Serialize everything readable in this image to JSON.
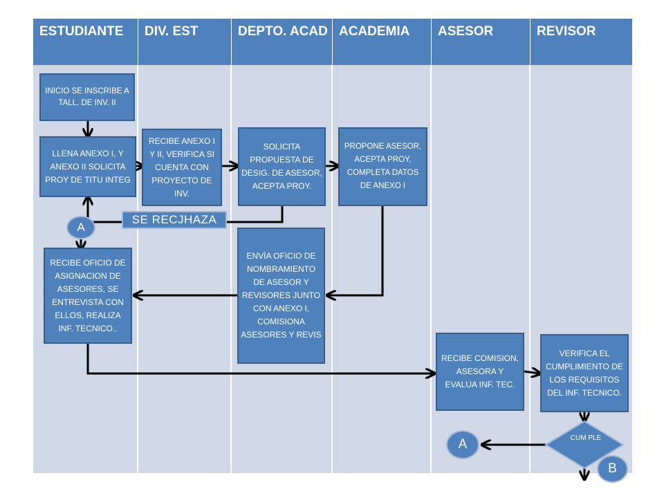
{
  "lanes": [
    "ESTUDIANTE",
    "DIV. EST",
    "DEPTO. ACAD",
    "ACADEMIA",
    "ASESOR",
    "REVISOR"
  ],
  "steps": {
    "inicio": "INICIO SE INSCRIBE A TALL. DE INV. II",
    "llena": "LLENA ANEXO I, Y ANEXO II SOLICITA PROY DE TITU INTEG",
    "recibe_anexo": "RECIBE ANEXO I Y II, VERIFICA SI CUENTA CON PROYECTO DE INV.",
    "solicita": "SOLICITA PROPUESTA DE DESIG. DE ASESOR, ACEPTA PROY.",
    "propone": "PROPONE ASESOR, ACEPTA PROY, COMPLETA DATOS DE ANEXO I",
    "envia": "ENVÌA OFICIO DE NOMBRAMIENTO DE ASESOR Y REVISORES JUNTO CON ANEXO I, COMISIONA ASESORES Y REVIS",
    "recibe_oficio": "RECIBE OFICIO DE ASIGNACION DE ASESORES, SE ENTREVISTA CON ELLOS, REALIZA INF. TECNICO..",
    "recibe_comision": "RECIBE COMISION, ASESORA Y EVALUA INF. TEC.",
    "verifica": "VERIFICA EL CUMPLIMIENTO DE LOS REQUISITOS DEL INF. TECNICO."
  },
  "reject_label": "SE RECJHAZA",
  "decision_label": "CUM PLE",
  "connectors": {
    "a": "A",
    "b": "B"
  },
  "colors": {
    "header": "#4f81bd",
    "lane": "#d0d8e8",
    "box": "#4f81bd",
    "box_border": "#385d8a"
  }
}
